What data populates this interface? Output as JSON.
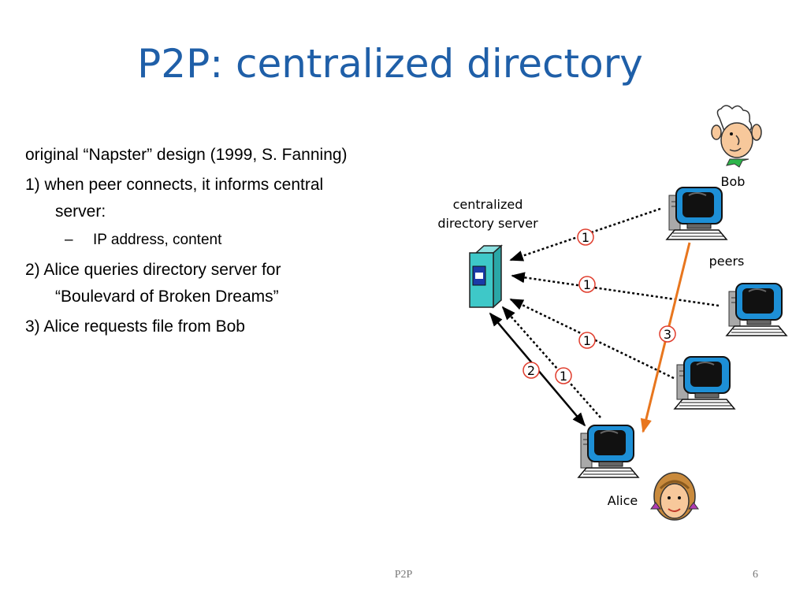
{
  "slide": {
    "title": "P2P: centralized directory",
    "bullets": [
      "original “Napster” design (1999,  S. Fanning)",
      "1) when peer connects, it informs central server:",
      "IP address, content",
      "2) Alice queries directory server for “Boulevard of Broken Dreams”",
      "3) Alice requests file from Bob"
    ],
    "footer_center": "P2P",
    "page_number": "6"
  },
  "diagram": {
    "server_label_line1": "centralized",
    "server_label_line2": "directory server",
    "bob_label": "Bob",
    "peers_label": "peers",
    "alice_label": "Alice",
    "step_labels": [
      "1",
      "1",
      "1",
      "1",
      "2",
      "3"
    ],
    "colors": {
      "step3_arrow": "#e8761e",
      "step_circle": "#e03c2c",
      "server": "#3ec8c8",
      "monitor_screen": "#1d8fd6"
    },
    "icons": [
      "server-icon",
      "computer-icon",
      "bob-face-icon",
      "alice-face-icon"
    ]
  }
}
